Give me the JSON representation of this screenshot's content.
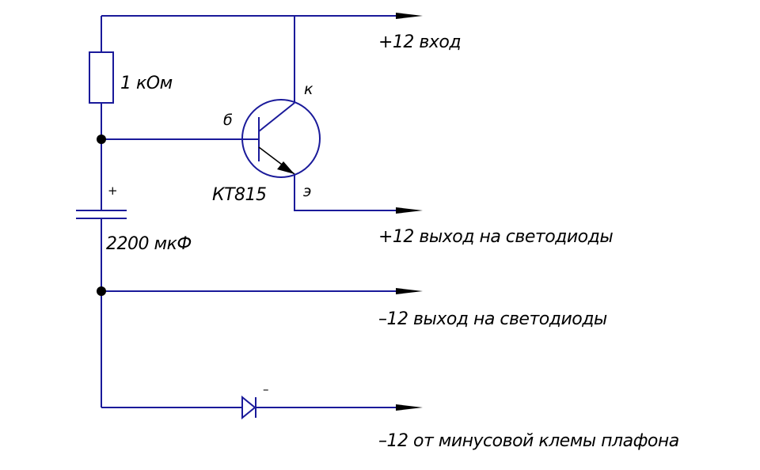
{
  "colors": {
    "wire": "#1a1a9a",
    "arrow": "#000000",
    "text": "#000000",
    "background": "#ffffff"
  },
  "labels": {
    "input_plus": "+12 вход",
    "output_plus": "+12 выход на светодиоды",
    "output_minus": "–12 выход на светодиоды",
    "minus_from_lamp": "–12 от минусовой клемы плафона"
  },
  "components": {
    "resistor": {
      "value": "1 кОм",
      "icon": "resistor-symbol"
    },
    "capacitor": {
      "value": "2200 мкФ",
      "polarity": "+",
      "icon": "polarized-capacitor-symbol"
    },
    "transistor": {
      "model": "КТ815",
      "type": "NPN",
      "pin_base": "б",
      "pin_collector": "к",
      "pin_emitter": "э",
      "icon": "npn-transistor-symbol"
    },
    "diode": {
      "polarity": "–",
      "icon": "diode-symbol"
    }
  }
}
